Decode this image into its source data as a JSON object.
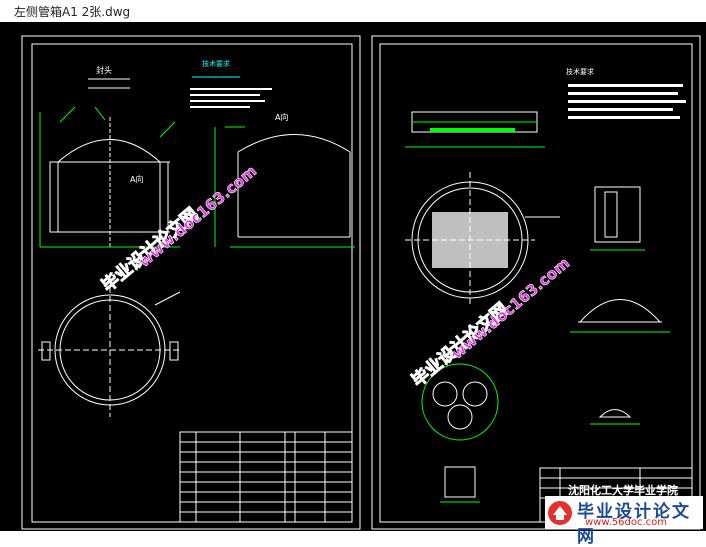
{
  "window": {
    "title": "左侧管箱A1 2张.dwg"
  },
  "sheet1": {
    "heading": "技术要求",
    "label_head": "封头",
    "label_a_view": "A向",
    "label_a_view2": "A向"
  },
  "sheet2": {
    "heading": "技术要求",
    "title_block": "沈阳化工大学毕业学院"
  },
  "watermarks": {
    "cn": "毕业设计论文网",
    "url": "www.doc163.com"
  },
  "brand": {
    "text": "毕业设计论文网",
    "url": "www.56doc.com"
  },
  "colors": {
    "background": "#000000",
    "line_white": "#ffffff",
    "line_green": "#00ff00",
    "line_cyan": "#00ffff",
    "watermark_red": "#ff3030",
    "watermark_magenta": "#e030e0"
  }
}
